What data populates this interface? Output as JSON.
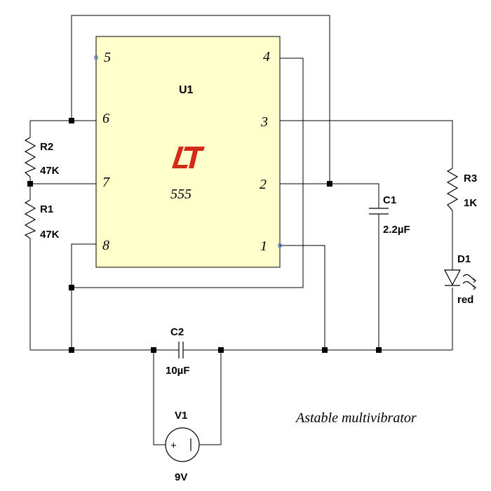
{
  "colors": {
    "chip_fill": "#ffffcc",
    "logo": "#d42a1a",
    "wire": "#000000",
    "pin_marker": "#3a5fcd"
  },
  "chip": {
    "ref": "U1",
    "part": "555",
    "logo_icon": "lt-logo-icon",
    "pins": {
      "p1": "1",
      "p2": "2",
      "p3": "3",
      "p4": "4",
      "p5": "5",
      "p6": "6",
      "p7": "7",
      "p8": "8"
    }
  },
  "components": {
    "r2": {
      "ref": "R2",
      "value": "47K"
    },
    "r1": {
      "ref": "R1",
      "value": "47K"
    },
    "r3": {
      "ref": "R3",
      "value": "1K"
    },
    "c1": {
      "ref": "C1",
      "value": "2.2µF"
    },
    "c2": {
      "ref": "C2",
      "value": "10µF"
    },
    "d1": {
      "ref": "D1",
      "value": "red"
    },
    "v1": {
      "ref": "V1",
      "value": "9V",
      "plus": "+"
    }
  },
  "caption": "Astable multivibrator"
}
